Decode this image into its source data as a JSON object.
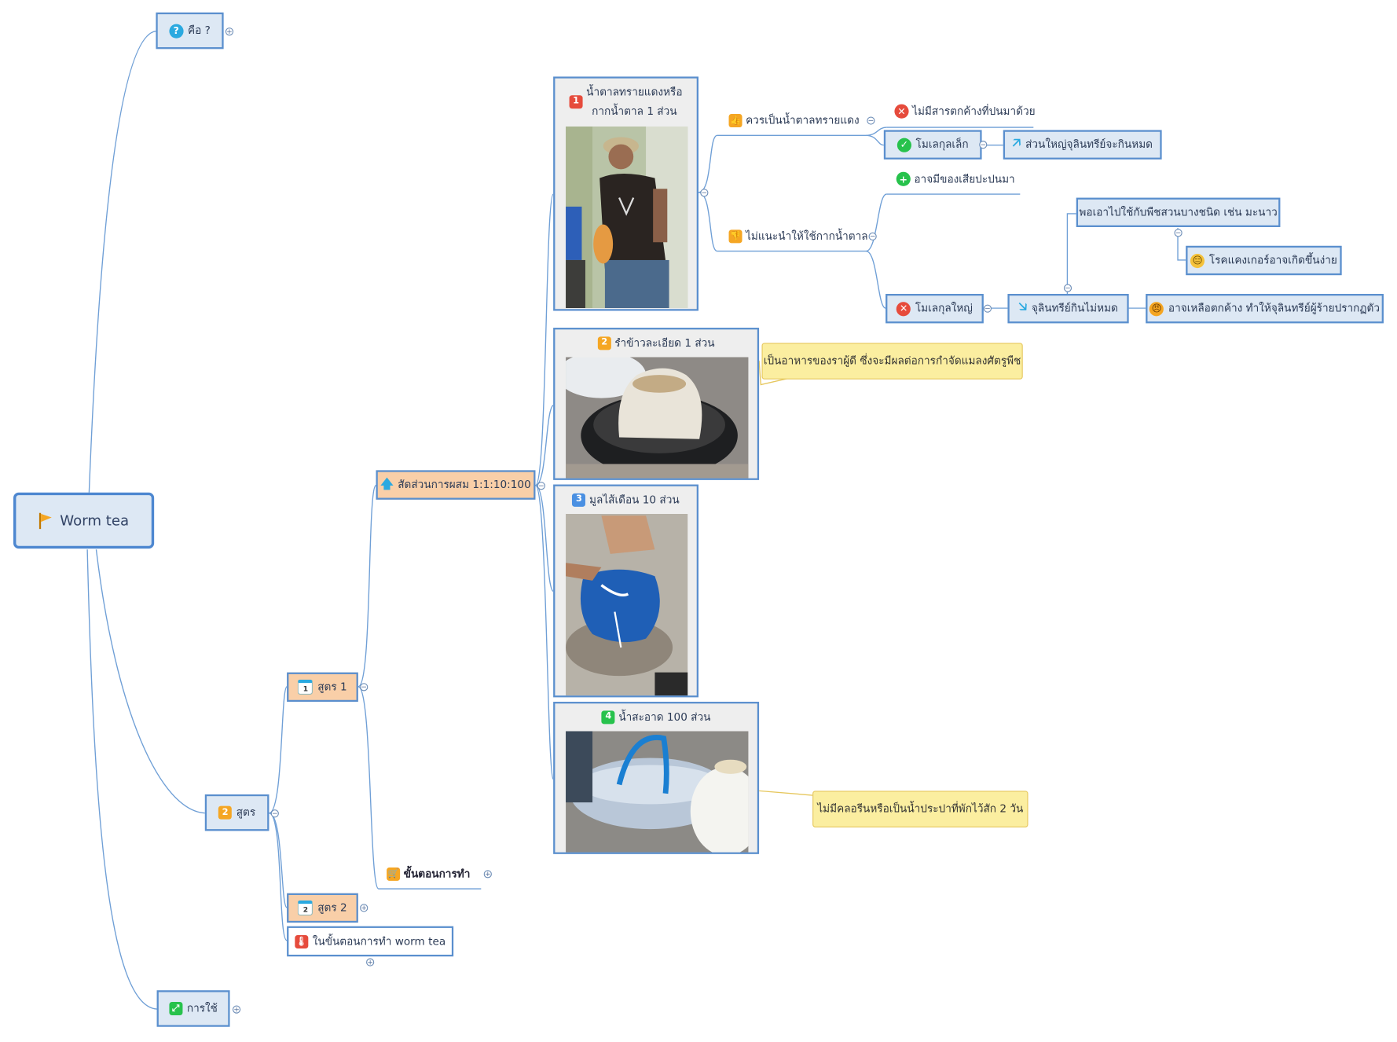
{
  "root": {
    "label": "Worm tea",
    "icon": "flag-icon",
    "color": "#f5a623"
  },
  "branches": {
    "what": {
      "label": "คือ ?",
      "icon": "question-icon"
    },
    "formula": {
      "label": "สูตร",
      "badge": "2"
    },
    "usage": {
      "label": "การใช้",
      "icon": "expand-icon"
    }
  },
  "formula1": {
    "label": "สูตร 1",
    "cal": "1"
  },
  "formula2": {
    "label": "สูตร 2",
    "cal": "2"
  },
  "process_note": {
    "label": "ในขั้นตอนการทำ worm tea",
    "icon": "thermometer-icon"
  },
  "ratio": {
    "label": "สัดส่วนการผสม 1:1:10:100",
    "icon": "arrow-up-icon"
  },
  "steps": {
    "label": "ขั้นตอนการทำ",
    "icon": "cart-icon"
  },
  "ingredients": [
    {
      "num": "1",
      "line1": "น้ำตาลทรายแดงหรือ",
      "line2": "กากน้ำตาล 1 ส่วน",
      "color": "#e64b3c"
    },
    {
      "num": "2",
      "line1": "รำข้าวละเอียด 1 ส่วน",
      "color": "#f5a623"
    },
    {
      "num": "3",
      "line1": "มูลไส้เดือน 10 ส่วน",
      "color": "#4a90e2"
    },
    {
      "num": "4",
      "line1": "น้ำสะอาด 100 ส่วน",
      "color": "#27c24c"
    }
  ],
  "sugar": {
    "pro": {
      "label": "ควรเป็นน้ำตาลทรายแดง",
      "icon": "thumbs-up-icon"
    },
    "pro_note1": "ไม่มีสารตกค้างที่ปนมาด้วย",
    "small_molecule": "โมเลกุลเล็ก",
    "small_result": "ส่วนใหญ่จุลินทรีย์จะกินหมด",
    "con": {
      "label": "ไม่แนะนำให้ใช้กากน้ำตาล",
      "icon": "thumbs-down-icon"
    },
    "con_note1": "อาจมีของเสียปะปนมา",
    "large_molecule": "โมเลกุลใหญ่",
    "large_result": "จุลินทรีย์กินไม่หมด",
    "large_use": "พอเอาไปใช้กับพืชสวนบางชนิด เช่น มะนาว",
    "canker": "โรคแคงเกอร์อาจเกิดขึ้นง่าย",
    "residue": "อาจเหลือตกค้าง ทำให้จุลินทรีย์ผู้ร้ายปรากฏตัว"
  },
  "callouts": {
    "bran": "เป็นอาหารของราผู้ดี ซึ่งจะมีผลต่อการกำจัดแมลงศัตรูพืช",
    "water": "ไม่มีคลอรีนหรือเป็นน้ำประปาที่พักไว้สัก 2 วัน"
  },
  "colors": {
    "line": "#5a8fce",
    "node_fill": "#dde8f4",
    "peach": "#f9cfa8",
    "callout": "#fbeea0"
  }
}
